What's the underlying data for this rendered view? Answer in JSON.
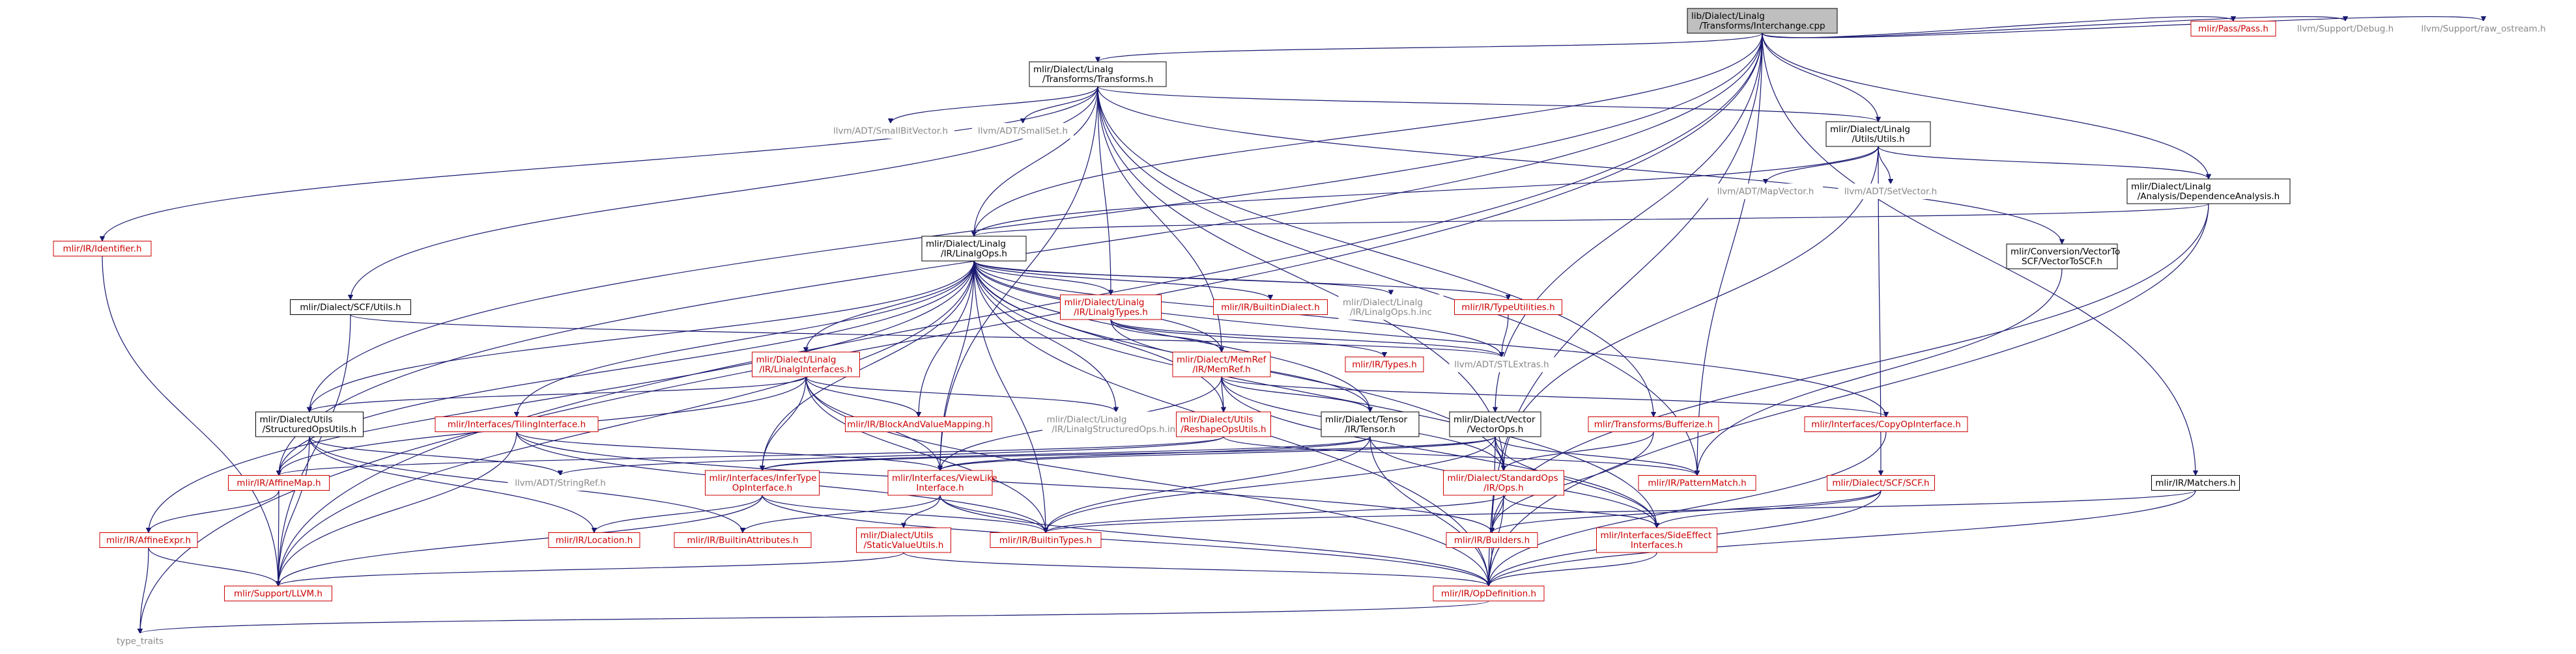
{
  "colors": {
    "edge": "#191970",
    "edge_alt": "#a9a9a9",
    "text_red": "#cc0000",
    "text_gray": "#888888",
    "text_black": "#000000",
    "root_fill": "#bfbfbf"
  },
  "graph": {
    "nodes": [
      {
        "id": "root",
        "lines": [
          "lib/Dialect/Linalg",
          "/Transforms/Interchange.cpp"
        ],
        "style": "root"
      },
      {
        "id": "transforms_h",
        "lines": [
          "mlir/Dialect/Linalg",
          "/Transforms/Transforms.h"
        ],
        "style": "black"
      },
      {
        "id": "pass_h",
        "lines": [
          "mlir/Pass/Pass.h"
        ],
        "style": "red"
      },
      {
        "id": "debug_h",
        "lines": [
          "llvm/Support/Debug.h"
        ],
        "style": "gray"
      },
      {
        "id": "raw_ostream_h",
        "lines": [
          "llvm/Support/raw_ostream.h"
        ],
        "style": "gray"
      },
      {
        "id": "smallbitvector_h",
        "lines": [
          "llvm/ADT/SmallBitVector.h"
        ],
        "style": "gray"
      },
      {
        "id": "smallset_h",
        "lines": [
          "llvm/ADT/SmallSet.h"
        ],
        "style": "gray"
      },
      {
        "id": "utils_utils_h",
        "lines": [
          "mlir/Dialect/Linalg",
          "/Utils/Utils.h"
        ],
        "style": "black"
      },
      {
        "id": "mapvector_h",
        "lines": [
          "llvm/ADT/MapVector.h"
        ],
        "style": "gray"
      },
      {
        "id": "setvector_h",
        "lines": [
          "llvm/ADT/SetVector.h"
        ],
        "style": "gray"
      },
      {
        "id": "dependence_h",
        "lines": [
          "mlir/Dialect/Linalg",
          "/Analysis/DependenceAnalysis.h"
        ],
        "style": "black"
      },
      {
        "id": "identifier_h",
        "lines": [
          "mlir/IR/Identifier.h"
        ],
        "style": "red"
      },
      {
        "id": "linalgops_h",
        "lines": [
          "mlir/Dialect/Linalg",
          "/IR/LinalgOps.h"
        ],
        "style": "black"
      },
      {
        "id": "vectortoscf_h",
        "lines": [
          "mlir/Conversion/VectorTo",
          "SCF/VectorToSCF.h"
        ],
        "style": "black"
      },
      {
        "id": "scf_utils_h",
        "lines": [
          "mlir/Dialect/SCF/Utils.h"
        ],
        "style": "black"
      },
      {
        "id": "linalgtypes_h",
        "lines": [
          "mlir/Dialect/Linalg",
          "/IR/LinalgTypes.h"
        ],
        "style": "red"
      },
      {
        "id": "builtindialect_h",
        "lines": [
          "mlir/IR/BuiltinDialect.h"
        ],
        "style": "red"
      },
      {
        "id": "linalgops_h_inc",
        "lines": [
          "mlir/Dialect/Linalg",
          "/IR/LinalgOps.h.inc"
        ],
        "style": "gray"
      },
      {
        "id": "typeutilities_h",
        "lines": [
          "mlir/IR/TypeUtilities.h"
        ],
        "style": "red"
      },
      {
        "id": "types_h",
        "lines": [
          "mlir/IR/Types.h"
        ],
        "style": "red"
      },
      {
        "id": "stlextras_h",
        "lines": [
          "llvm/ADT/STLExtras.h"
        ],
        "style": "gray"
      },
      {
        "id": "linalginterfaces_h",
        "lines": [
          "mlir/Dialect/Linalg",
          "/IR/LinalgInterfaces.h"
        ],
        "style": "red"
      },
      {
        "id": "memref_h",
        "lines": [
          "mlir/Dialect/MemRef",
          "/IR/MemRef.h"
        ],
        "style": "red"
      },
      {
        "id": "structuredopsutils_h",
        "lines": [
          "mlir/Dialect/Utils",
          "/StructuredOpsUtils.h"
        ],
        "style": "black"
      },
      {
        "id": "tilinginterface_h",
        "lines": [
          "mlir/Interfaces/TilingInterface.h"
        ],
        "style": "red"
      },
      {
        "id": "blockandvaluemapping_h",
        "lines": [
          "mlir/IR/BlockAndValueMapping.h"
        ],
        "style": "red"
      },
      {
        "id": "linalgstructuredops_h_inc",
        "lines": [
          "mlir/Dialect/Linalg",
          "/IR/LinalgStructuredOps.h.inc"
        ],
        "style": "gray"
      },
      {
        "id": "reshapeopsutils_h",
        "lines": [
          "mlir/Dialect/Utils",
          "/ReshapeOpsUtils.h"
        ],
        "style": "red"
      },
      {
        "id": "tensor_h",
        "lines": [
          "mlir/Dialect/Tensor",
          "/IR/Tensor.h"
        ],
        "style": "black"
      },
      {
        "id": "vectorops_h",
        "lines": [
          "mlir/Dialect/Vector",
          "/VectorOps.h"
        ],
        "style": "black"
      },
      {
        "id": "bufferize_h",
        "lines": [
          "mlir/Transforms/Bufferize.h"
        ],
        "style": "red"
      },
      {
        "id": "copyopinterface_h",
        "lines": [
          "mlir/Interfaces/CopyOpInterface.h"
        ],
        "style": "red"
      },
      {
        "id": "affinemap_h",
        "lines": [
          "mlir/IR/AffineMap.h"
        ],
        "style": "red"
      },
      {
        "id": "stringref_h",
        "lines": [
          "llvm/ADT/StringRef.h"
        ],
        "style": "gray"
      },
      {
        "id": "infertypeopinterface_h",
        "lines": [
          "mlir/Interfaces/InferType",
          "OpInterface.h"
        ],
        "style": "red"
      },
      {
        "id": "viewlikeinterface_h",
        "lines": [
          "mlir/Interfaces/ViewLike",
          "Interface.h"
        ],
        "style": "red"
      },
      {
        "id": "standardops_h",
        "lines": [
          "mlir/Dialect/StandardOps",
          "/IR/Ops.h"
        ],
        "style": "red"
      },
      {
        "id": "patternmatch_h",
        "lines": [
          "mlir/IR/PatternMatch.h"
        ],
        "style": "red"
      },
      {
        "id": "scf_h",
        "lines": [
          "mlir/Dialect/SCF/SCF.h"
        ],
        "style": "red"
      },
      {
        "id": "matchers_h",
        "lines": [
          "mlir/IR/Matchers.h"
        ],
        "style": "black"
      },
      {
        "id": "affineexpr_h",
        "lines": [
          "mlir/IR/AffineExpr.h"
        ],
        "style": "red"
      },
      {
        "id": "location_h",
        "lines": [
          "mlir/IR/Location.h"
        ],
        "style": "red"
      },
      {
        "id": "builtinattributes_h",
        "lines": [
          "mlir/IR/BuiltinAttributes.h"
        ],
        "style": "red"
      },
      {
        "id": "staticvalueutils_h",
        "lines": [
          "mlir/Dialect/Utils",
          "/StaticValueUtils.h"
        ],
        "style": "red"
      },
      {
        "id": "builtintypes_h",
        "lines": [
          "mlir/IR/BuiltinTypes.h"
        ],
        "style": "red"
      },
      {
        "id": "builders_h",
        "lines": [
          "mlir/IR/Builders.h"
        ],
        "style": "red"
      },
      {
        "id": "sideeffectinterfaces_h",
        "lines": [
          "mlir/Interfaces/SideEffect",
          "Interfaces.h"
        ],
        "style": "red"
      },
      {
        "id": "support_llvm_h",
        "lines": [
          "mlir/Support/LLVM.h"
        ],
        "style": "red"
      },
      {
        "id": "opdefinition_h",
        "lines": [
          "mlir/IR/OpDefinition.h"
        ],
        "style": "red"
      },
      {
        "id": "type_traits",
        "lines": [
          "type_traits"
        ],
        "style": "gray"
      }
    ],
    "edges": [
      [
        "root",
        "transforms_h"
      ],
      [
        "root",
        "pass_h"
      ],
      [
        "root",
        "debug_h"
      ],
      [
        "root",
        "raw_ostream_h"
      ],
      [
        "root",
        "utils_utils_h"
      ],
      [
        "root",
        "dependence_h"
      ],
      [
        "root",
        "linalgops_h"
      ],
      [
        "root",
        "vectorops_h"
      ],
      [
        "root",
        "structuredopsutils_h"
      ],
      [
        "root",
        "affinemap_h"
      ],
      [
        "root",
        "support_llvm_h"
      ],
      [
        "root",
        "type_traits"
      ],
      [
        "root",
        "matchers_h"
      ],
      [
        "root",
        "patternmatch_h"
      ],
      [
        "root",
        "builders_h"
      ],
      [
        "transforms_h",
        "smallbitvector_h"
      ],
      [
        "transforms_h",
        "smallset_h"
      ],
      [
        "transforms_h",
        "utils_utils_h"
      ],
      [
        "transforms_h",
        "identifier_h"
      ],
      [
        "transforms_h",
        "linalgops_h"
      ],
      [
        "transforms_h",
        "vectortoscf_h"
      ],
      [
        "transforms_h",
        "scf_utils_h"
      ],
      [
        "transforms_h",
        "memref_h"
      ],
      [
        "transforms_h",
        "bufferize_h"
      ],
      [
        "transforms_h",
        "patternmatch_h"
      ],
      [
        "transforms_h",
        "standardops_h"
      ],
      [
        "transforms_h",
        "viewlikeinterface_h"
      ],
      [
        "transforms_h",
        "linalgtypes_h"
      ],
      [
        "utils_utils_h",
        "mapvector_h"
      ],
      [
        "utils_utils_h",
        "setvector_h"
      ],
      [
        "utils_utils_h",
        "dependence_h"
      ],
      [
        "utils_utils_h",
        "linalgops_h"
      ],
      [
        "utils_utils_h",
        "scf_h"
      ],
      [
        "utils_utils_h",
        "standardops_h"
      ],
      [
        "dependence_h",
        "linalgops_h"
      ],
      [
        "dependence_h",
        "builders_h"
      ],
      [
        "dependence_h",
        "opdefinition_h"
      ],
      [
        "vectortoscf_h",
        "patternmatch_h"
      ],
      [
        "identifier_h",
        "support_llvm_h"
      ],
      [
        "linalgops_h",
        "linalgtypes_h"
      ],
      [
        "linalgops_h",
        "builtindialect_h"
      ],
      [
        "linalgops_h",
        "linalgops_h_inc"
      ],
      [
        "linalgops_h",
        "typeutilities_h"
      ],
      [
        "linalgops_h",
        "linalginterfaces_h"
      ],
      [
        "linalgops_h",
        "memref_h"
      ],
      [
        "linalgops_h",
        "structuredopsutils_h"
      ],
      [
        "linalgops_h",
        "tilinginterface_h"
      ],
      [
        "linalgops_h",
        "blockandvaluemapping_h"
      ],
      [
        "linalgops_h",
        "linalgstructuredops_h_inc"
      ],
      [
        "linalgops_h",
        "reshapeopsutils_h"
      ],
      [
        "linalgops_h",
        "tensor_h"
      ],
      [
        "linalgops_h",
        "copyopinterface_h"
      ],
      [
        "linalgops_h",
        "affinemap_h"
      ],
      [
        "linalgops_h",
        "affineexpr_h"
      ],
      [
        "linalgops_h",
        "infertypeopinterface_h"
      ],
      [
        "linalgops_h",
        "viewlikeinterface_h"
      ],
      [
        "linalgops_h",
        "standardops_h"
      ],
      [
        "linalgops_h",
        "builtintypes_h"
      ],
      [
        "linalgops_h",
        "support_llvm_h"
      ],
      [
        "linalgops_h",
        "opdefinition_h"
      ],
      [
        "linalgops_h",
        "stlextras_h"
      ],
      [
        "linalgops_h",
        "sideeffectinterfaces_h"
      ],
      [
        "scf_utils_h",
        "stlextras_h"
      ],
      [
        "scf_utils_h",
        "support_llvm_h"
      ],
      [
        "linalgtypes_h",
        "types_h"
      ],
      [
        "linalgtypes_h",
        "stlextras_h"
      ],
      [
        "linalgtypes_h",
        "memref_h"
      ],
      [
        "linalgtypes_h",
        "tensor_h"
      ],
      [
        "typeutilities_h",
        "stlextras_h"
      ],
      [
        "linalginterfaces_h",
        "structuredopsutils_h"
      ],
      [
        "linalginterfaces_h",
        "blockandvaluemapping_h"
      ],
      [
        "linalginterfaces_h",
        "linalgstructuredops_h_inc"
      ],
      [
        "linalginterfaces_h",
        "affinemap_h"
      ],
      [
        "linalginterfaces_h",
        "infertypeopinterface_h"
      ],
      [
        "linalginterfaces_h",
        "viewlikeinterface_h"
      ],
      [
        "linalginterfaces_h",
        "builtintypes_h"
      ],
      [
        "linalginterfaces_h",
        "opdefinition_h"
      ],
      [
        "memref_h",
        "reshapeopsutils_h"
      ],
      [
        "memref_h",
        "tensor_h"
      ],
      [
        "memref_h",
        "copyopinterface_h"
      ],
      [
        "memref_h",
        "viewlikeinterface_h"
      ],
      [
        "memref_h",
        "standardops_h"
      ],
      [
        "memref_h",
        "sideeffectinterfaces_h"
      ],
      [
        "structuredopsutils_h",
        "affinemap_h"
      ],
      [
        "structuredopsutils_h",
        "stringref_h"
      ],
      [
        "structuredopsutils_h",
        "location_h"
      ],
      [
        "structuredopsutils_h",
        "builtinattributes_h"
      ],
      [
        "structuredopsutils_h",
        "support_llvm_h"
      ],
      [
        "tilinginterface_h",
        "viewlikeinterface_h"
      ],
      [
        "tilinginterface_h",
        "builders_h"
      ],
      [
        "tilinginterface_h",
        "builtintypes_h"
      ],
      [
        "tilinginterface_h",
        "support_llvm_h"
      ],
      [
        "reshapeopsutils_h",
        "stringref_h"
      ],
      [
        "reshapeopsutils_h",
        "patternmatch_h"
      ],
      [
        "reshapeopsutils_h",
        "affinemap_h"
      ],
      [
        "tensor_h",
        "infertypeopinterface_h"
      ],
      [
        "tensor_h",
        "viewlikeinterface_h"
      ],
      [
        "tensor_h",
        "builtintypes_h"
      ],
      [
        "tensor_h",
        "opdefinition_h"
      ],
      [
        "tensor_h",
        "sideeffectinterfaces_h"
      ],
      [
        "vectorops_h",
        "viewlikeinterface_h"
      ],
      [
        "vectorops_h",
        "infertypeopinterface_h"
      ],
      [
        "vectorops_h",
        "standardops_h"
      ],
      [
        "vectorops_h",
        "builtintypes_h"
      ],
      [
        "vectorops_h",
        "patternmatch_h"
      ],
      [
        "vectorops_h",
        "opdefinition_h"
      ],
      [
        "vectorops_h",
        "sideeffectinterfaces_h"
      ],
      [
        "bufferize_h",
        "builders_h"
      ],
      [
        "bufferize_h",
        "standardops_h"
      ],
      [
        "copyopinterface_h",
        "opdefinition_h"
      ],
      [
        "affinemap_h",
        "affineexpr_h"
      ],
      [
        "affinemap_h",
        "support_llvm_h"
      ],
      [
        "infertypeopinterface_h",
        "location_h"
      ],
      [
        "infertypeopinterface_h",
        "builtintypes_h"
      ],
      [
        "infertypeopinterface_h",
        "support_llvm_h"
      ],
      [
        "infertypeopinterface_h",
        "opdefinition_h"
      ],
      [
        "viewlikeinterface_h",
        "staticvalueutils_h"
      ],
      [
        "viewlikeinterface_h",
        "builtinattributes_h"
      ],
      [
        "viewlikeinterface_h",
        "builtintypes_h"
      ],
      [
        "viewlikeinterface_h",
        "opdefinition_h"
      ],
      [
        "standardops_h",
        "builders_h"
      ],
      [
        "standardops_h",
        "builtintypes_h"
      ],
      [
        "standardops_h",
        "sideeffectinterfaces_h"
      ],
      [
        "standardops_h",
        "opdefinition_h"
      ],
      [
        "scf_h",
        "builders_h"
      ],
      [
        "scf_h",
        "opdefinition_h"
      ],
      [
        "scf_h",
        "sideeffectinterfaces_h"
      ],
      [
        "matchers_h",
        "builtintypes_h"
      ],
      [
        "matchers_h",
        "opdefinition_h"
      ],
      [
        "affineexpr_h",
        "support_llvm_h"
      ],
      [
        "affineexpr_h",
        "type_traits"
      ],
      [
        "staticvalueutils_h",
        "opdefinition_h"
      ],
      [
        "staticvalueutils_h",
        "support_llvm_h"
      ],
      [
        "builders_h",
        "opdefinition_h"
      ],
      [
        "sideeffectinterfaces_h",
        "opdefinition_h"
      ],
      [
        "opdefinition_h",
        "type_traits"
      ]
    ]
  }
}
